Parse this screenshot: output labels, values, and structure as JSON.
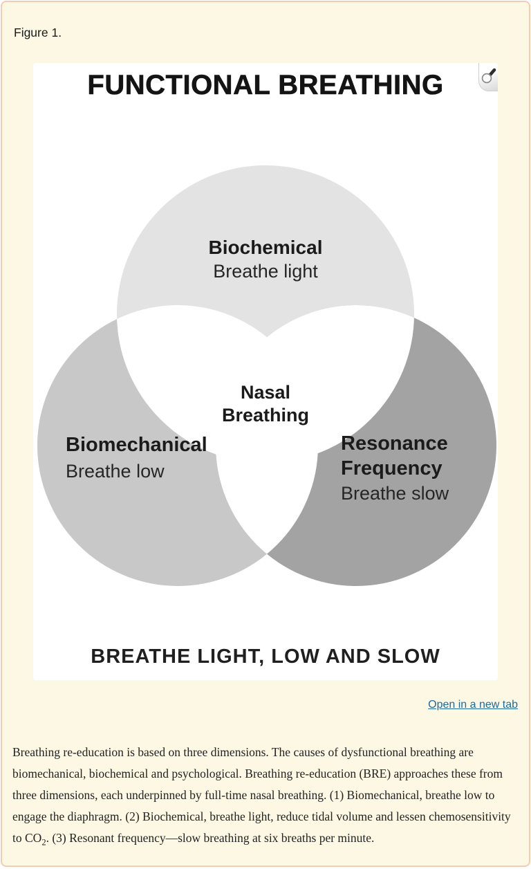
{
  "page": {
    "figure_label": "Figure 1."
  },
  "figure": {
    "title": "FUNCTIONAL BREATHING",
    "slogan": "BREATHE LIGHT, LOW AND SLOW",
    "venn": {
      "overlap_color": "#ffffff",
      "top": {
        "label": "Biochemical",
        "sublabel": "Breathe light",
        "color": "#e3e3e3"
      },
      "left": {
        "label": "Biomechanical",
        "sublabel": "Breathe low",
        "color": "#c8c8c8"
      },
      "right": {
        "label_line1": "Resonance",
        "label_line2": "Frequency",
        "sublabel": "Breathe slow",
        "color": "#a3a3a3"
      },
      "center": {
        "label_line1": "Nasal",
        "label_line2": "Breathing"
      }
    }
  },
  "actions": {
    "open_link_label": "Open in a new tab"
  },
  "caption": {
    "text_before_sub": "Breathing re-education is based on three dimensions. The causes of dysfunctional breathing are biomechanical, biochemical and psychological. Breathing re-education (BRE) approaches these from three dimensions, each underpinned by full-time nasal breathing. (1) Biomechanical, breathe low to engage the diaphragm. (2) Biochemical, breathe light, reduce tidal volume and lessen chemosensitivity to CO",
    "subscript": "2",
    "text_after_sub": ". (3) Resonant frequency—slow breathing at six breaths per minute."
  },
  "colors": {
    "card_background": "#fdf8e3",
    "card_border": "#f2cdb4",
    "panel_background": "#ffffff",
    "link": "#1d6a9e",
    "diagram_text": "#1b1b1b"
  }
}
